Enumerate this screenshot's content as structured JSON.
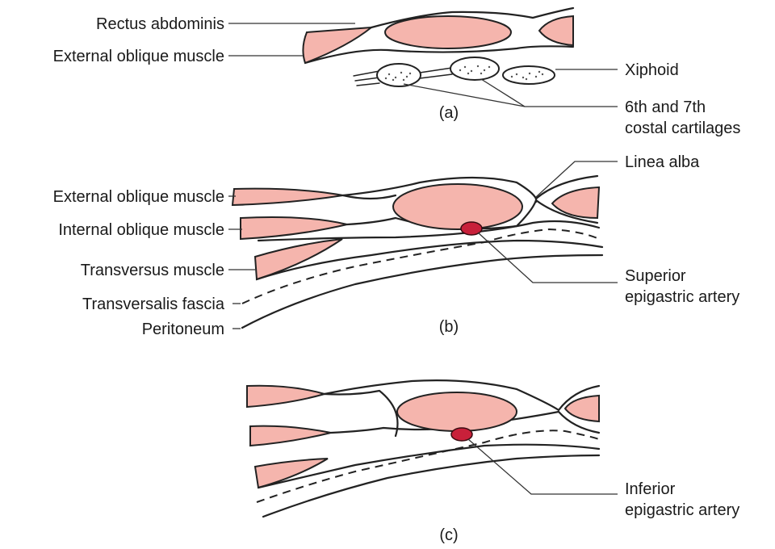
{
  "panel_a": {
    "label_rectus": "Rectus abdominis",
    "label_external_oblique": "External oblique muscle",
    "label_xiphoid": "Xiphoid",
    "label_costal_line1": "6th and 7th",
    "label_costal_line2": "costal cartilages",
    "caption": "(a)"
  },
  "panel_b": {
    "label_external_oblique": "External oblique muscle",
    "label_internal_oblique": "Internal oblique muscle",
    "label_transversus": "Transversus muscle",
    "label_transversalis_fascia": "Transversalis fascia",
    "label_peritoneum": "Peritoneum",
    "label_linea_alba": "Linea alba",
    "label_superior_line1": "Superior",
    "label_superior_line2": "epigastric artery",
    "caption": "(b)"
  },
  "panel_c": {
    "label_inferior_line1": "Inferior",
    "label_inferior_line2": "epigastric artery",
    "caption": "(c)"
  },
  "colors": {
    "muscle": "#f5b5ad",
    "artery": "#c8203a",
    "outline": "#222222"
  }
}
